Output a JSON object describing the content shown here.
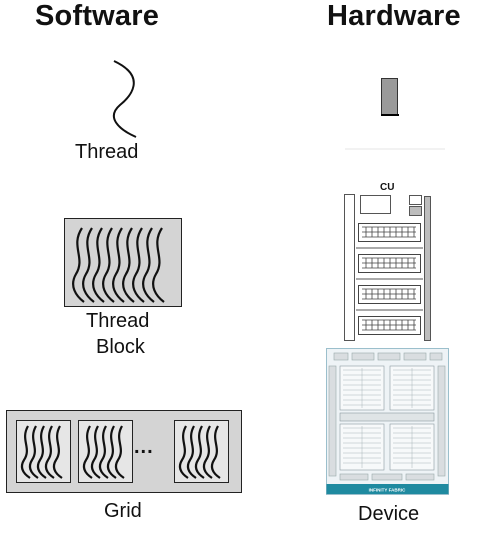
{
  "columns": {
    "software_title": "Software",
    "hardware_title": "Hardware"
  },
  "software": {
    "thread_label": "Thread",
    "thread_block_label_line1": "Thread",
    "thread_block_label_line2": "Block",
    "grid_label": "Grid",
    "grid_ellipsis": "..."
  },
  "hardware": {
    "cu_label": "CU",
    "device_label": "Device",
    "device_footer_text": "INFINITY FABRIC"
  },
  "colors": {
    "block_fill": "#d4d4d4",
    "core_gray": "#9a9a9a",
    "device_accent": "#1f8aa0"
  }
}
